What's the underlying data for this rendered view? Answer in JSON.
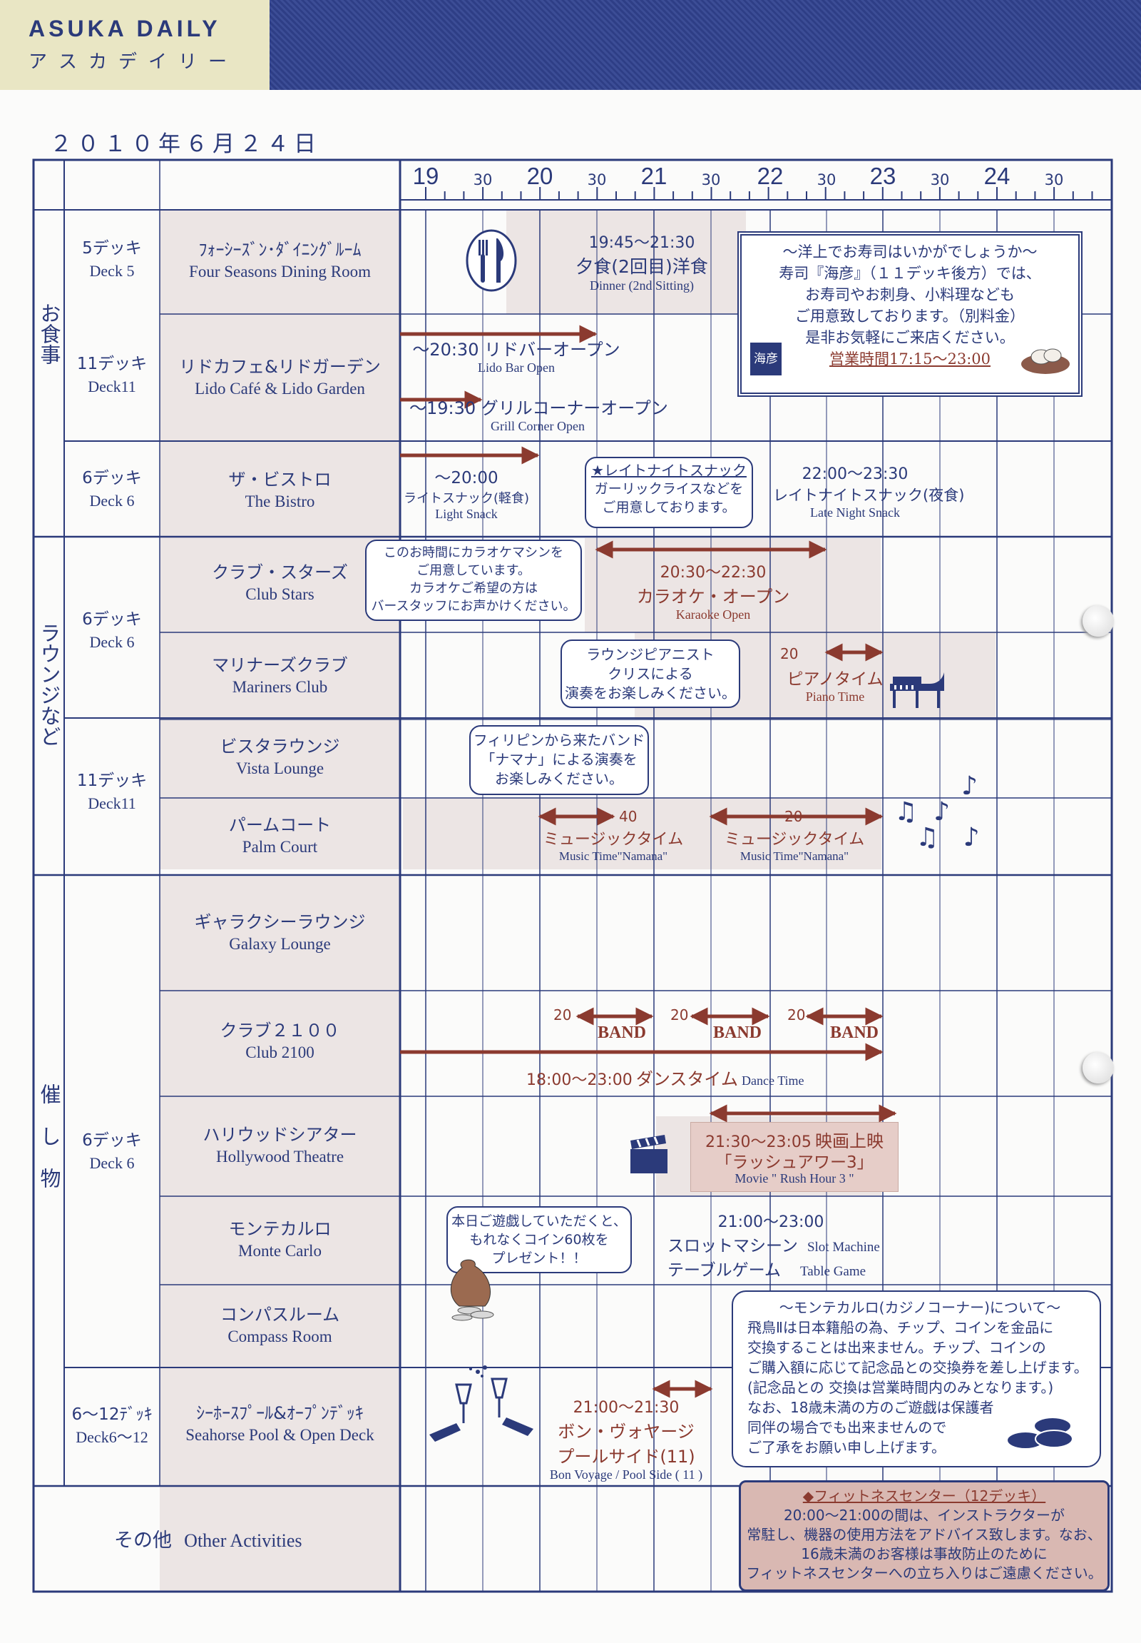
{
  "header": {
    "logo": "ASUKA DAILY",
    "logo_kana": "アスカデイリー"
  },
  "date": "２０１０年６月２４日",
  "timeline": {
    "hours": [
      "19",
      "20",
      "21",
      "22",
      "23",
      "24"
    ],
    "half_label": "30"
  },
  "categories": [
    {
      "id": "dining",
      "label": "お食事"
    },
    {
      "id": "lounge",
      "label": "ラウンジなど"
    },
    {
      "id": "events",
      "label": "催し物"
    }
  ],
  "decks": [
    {
      "jp": "5デッキ",
      "en": "Deck 5"
    },
    {
      "jp": "11デッキ",
      "en": "Deck11"
    },
    {
      "jp": "6デッキ",
      "en": "Deck 6"
    },
    {
      "jp": "6デッキ",
      "en": "Deck 6"
    },
    {
      "jp": "11デッキ",
      "en": "Deck11"
    },
    {
      "jp": "6デッキ",
      "en": "Deck 6"
    },
    {
      "jp": "6〜12ﾃﾞｯｷ",
      "en": "Deck6〜12"
    }
  ],
  "venues": [
    {
      "jp": "ﾌｫｰｼｰｽﾞﾝ･ﾀﾞｲﾆﾝｸﾞﾙｰﾑ",
      "en": "Four Seasons Dining Room"
    },
    {
      "jp": "リドカフェ&リドガーデン",
      "en": "Lido Café & Lido Garden"
    },
    {
      "jp": "ザ・ビストロ",
      "en": "The Bistro"
    },
    {
      "jp": "クラブ・スターズ",
      "en": "Club Stars"
    },
    {
      "jp": "マリナーズクラブ",
      "en": "Mariners Club"
    },
    {
      "jp": "ビスタラウンジ",
      "en": "Vista Lounge"
    },
    {
      "jp": "パームコート",
      "en": "Palm Court"
    },
    {
      "jp": "ギャラクシーラウンジ",
      "en": "Galaxy Lounge"
    },
    {
      "jp": "クラブ２１００",
      "en": "Club 2100"
    },
    {
      "jp": "ハリウッドシアター",
      "en": "Hollywood Theatre"
    },
    {
      "jp": "モンテカルロ",
      "en": "Monte Carlo"
    },
    {
      "jp": "コンパスルーム",
      "en": "Compass Room"
    },
    {
      "jp": "ｼｰﾎｰｽﾌﾟｰﾙ&ｵｰﾌﾟﾝﾃﾞｯｷ",
      "en": "Seahorse Pool & Open Deck"
    }
  ],
  "other": {
    "jp": "その他",
    "en": "Other Activities"
  },
  "events": {
    "dinner": {
      "time": "19:45〜21:30",
      "jp": "夕食(2回目)洋食",
      "en": "Dinner (2nd Sitting)"
    },
    "lido_bar": {
      "jp": "〜20:30 リドバーオープン",
      "en": "Lido Bar Open"
    },
    "grill": {
      "jp": "〜19:30 グリルコーナーオープン",
      "en": "Grill Corner Open"
    },
    "light_snack": {
      "time": "〜20:00",
      "jp": "ライトスナック(軽食)",
      "en": "Light Snack"
    },
    "late_snack_note": {
      "title": "★レイトナイトスナック",
      "l1": "ガーリックライスなどを",
      "l2": "ご用意しております。"
    },
    "late_snack": {
      "time": "22:00〜23:30",
      "jp": "レイトナイトスナック(夜食)",
      "en": "Late Night Snack"
    },
    "karaoke_note": {
      "l1": "このお時間にカラオケマシンを",
      "l2": "ご用意しています。",
      "l3": "カラオケご希望の方は",
      "l4": "バースタッフにお声かけください。"
    },
    "karaoke": {
      "time": "20:30〜22:30",
      "jp": "カラオケ・オープン",
      "en": "Karaoke Open"
    },
    "piano_note": {
      "l1": "ラウンジピアニスト",
      "l2": "クリスによる",
      "l3": "演奏をお楽しみください。"
    },
    "piano": {
      "num": "20",
      "jp": "ピアノタイム",
      "en": "Piano Time"
    },
    "band_note": {
      "l1": "フィリピンから来たバンド",
      "l2": "「ナマナ」による演奏を",
      "l3": "お楽しみください。"
    },
    "music1": {
      "num": "40",
      "jp": "ミュージックタイム",
      "en": "Music Time\"Namana\""
    },
    "music2": {
      "num": "20",
      "jp": "ミュージックタイム",
      "en": "Music Time\"Namana\""
    },
    "band": {
      "num": "20",
      "label": "BAND"
    },
    "dance": {
      "time": "18:00〜23:00",
      "jp": "ダンスタイム",
      "en": "Dance Time"
    },
    "movie": {
      "time": "21:30〜23:05",
      "jp_title": "映画上映",
      "jp_name": "「ラッシュアワー3」",
      "en": "Movie \" Rush Hour 3 \""
    },
    "coin_note": {
      "l1": "本日ご遊戯していただくと、",
      "l2": "もれなくコイン60枚を",
      "l3": "プレゼント！！"
    },
    "casino": {
      "time": "21:00〜23:00",
      "slot_jp": "スロットマシーン",
      "slot_en": "Slot Machine",
      "table_jp": "テーブルゲーム",
      "table_en": "Table Game"
    },
    "bon_voyage": {
      "time": "21:00〜21:30",
      "jp1": "ボン・ヴォヤージ",
      "jp2": "プールサイド(11)",
      "en": "Bon Voyage / Pool Side ( 11 )"
    }
  },
  "sushi_note": {
    "l1": "〜洋上でお寿司はいかがでしょうか〜",
    "l2": "寿司『海彦』（１１デッキ後方）では、",
    "l3": "お寿司やお刺身、小料理なども",
    "l4": "ご用意致しております。（別料金）",
    "l5": "是非お気軽にご来店ください。",
    "hours": "営業時間17:15〜23:00",
    "logo": "海彦"
  },
  "casino_note": {
    "title": "〜モンテカルロ(カジノコーナー)について〜",
    "l1": "飛鳥Ⅱは日本籍船の為、チップ、コインを金品に",
    "l2": "交換することは出来ません。チップ、コインの",
    "l3": "ご購入額に応じて記念品との交換券を差し上げます。",
    "l4": "(記念品との 交換は営業時間内のみとなります。)",
    "l5": "なお、18歳未満の方のご遊戯は保護者",
    "l6": "同伴の場合でも出来ませんので",
    "l7": "ご了承をお願い申し上げます。"
  },
  "fitness_note": {
    "title": "◆フィットネスセンター（12デッキ）",
    "l1": "20:00〜21:00の間は、インストラクターが",
    "l2": "常駐し、機器の使用方法をアドバイス致します。なお、",
    "l3": "16歳未満のお客様は事故防止のために",
    "l4": "フィットネスセンターへの立ち入りはご遠慮ください。"
  },
  "colors": {
    "ink": "#2b3a7a",
    "accent": "#8b3a2f",
    "band": "#ece5e4",
    "header_right": "#34448c",
    "header_left": "#e9e6c4"
  }
}
